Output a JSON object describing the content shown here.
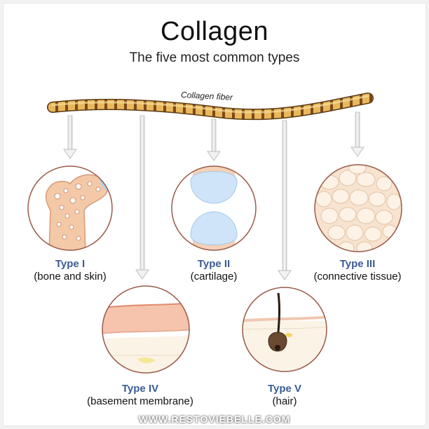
{
  "title": "Collagen",
  "subtitle": "The five most common types",
  "fiber_label": "Collagen fiber",
  "types": [
    {
      "type": "Type I",
      "desc": "(bone and skin)"
    },
    {
      "type": "Type II",
      "desc": "(cartilage)"
    },
    {
      "type": "Type III",
      "desc": "(connective tissue)"
    },
    {
      "type": "Type IV",
      "desc": "(basement membrane)"
    },
    {
      "type": "Type V",
      "desc": "(hair)"
    }
  ],
  "watermark": "WWW.RESTOVIEBELLE.COM",
  "colors": {
    "type_label": "#3b5c96",
    "circle_border": "#9a5a48",
    "fiber": "#e9b65a",
    "fiber_band": "#7a4a1a",
    "arrow": "#c8c8c8"
  }
}
